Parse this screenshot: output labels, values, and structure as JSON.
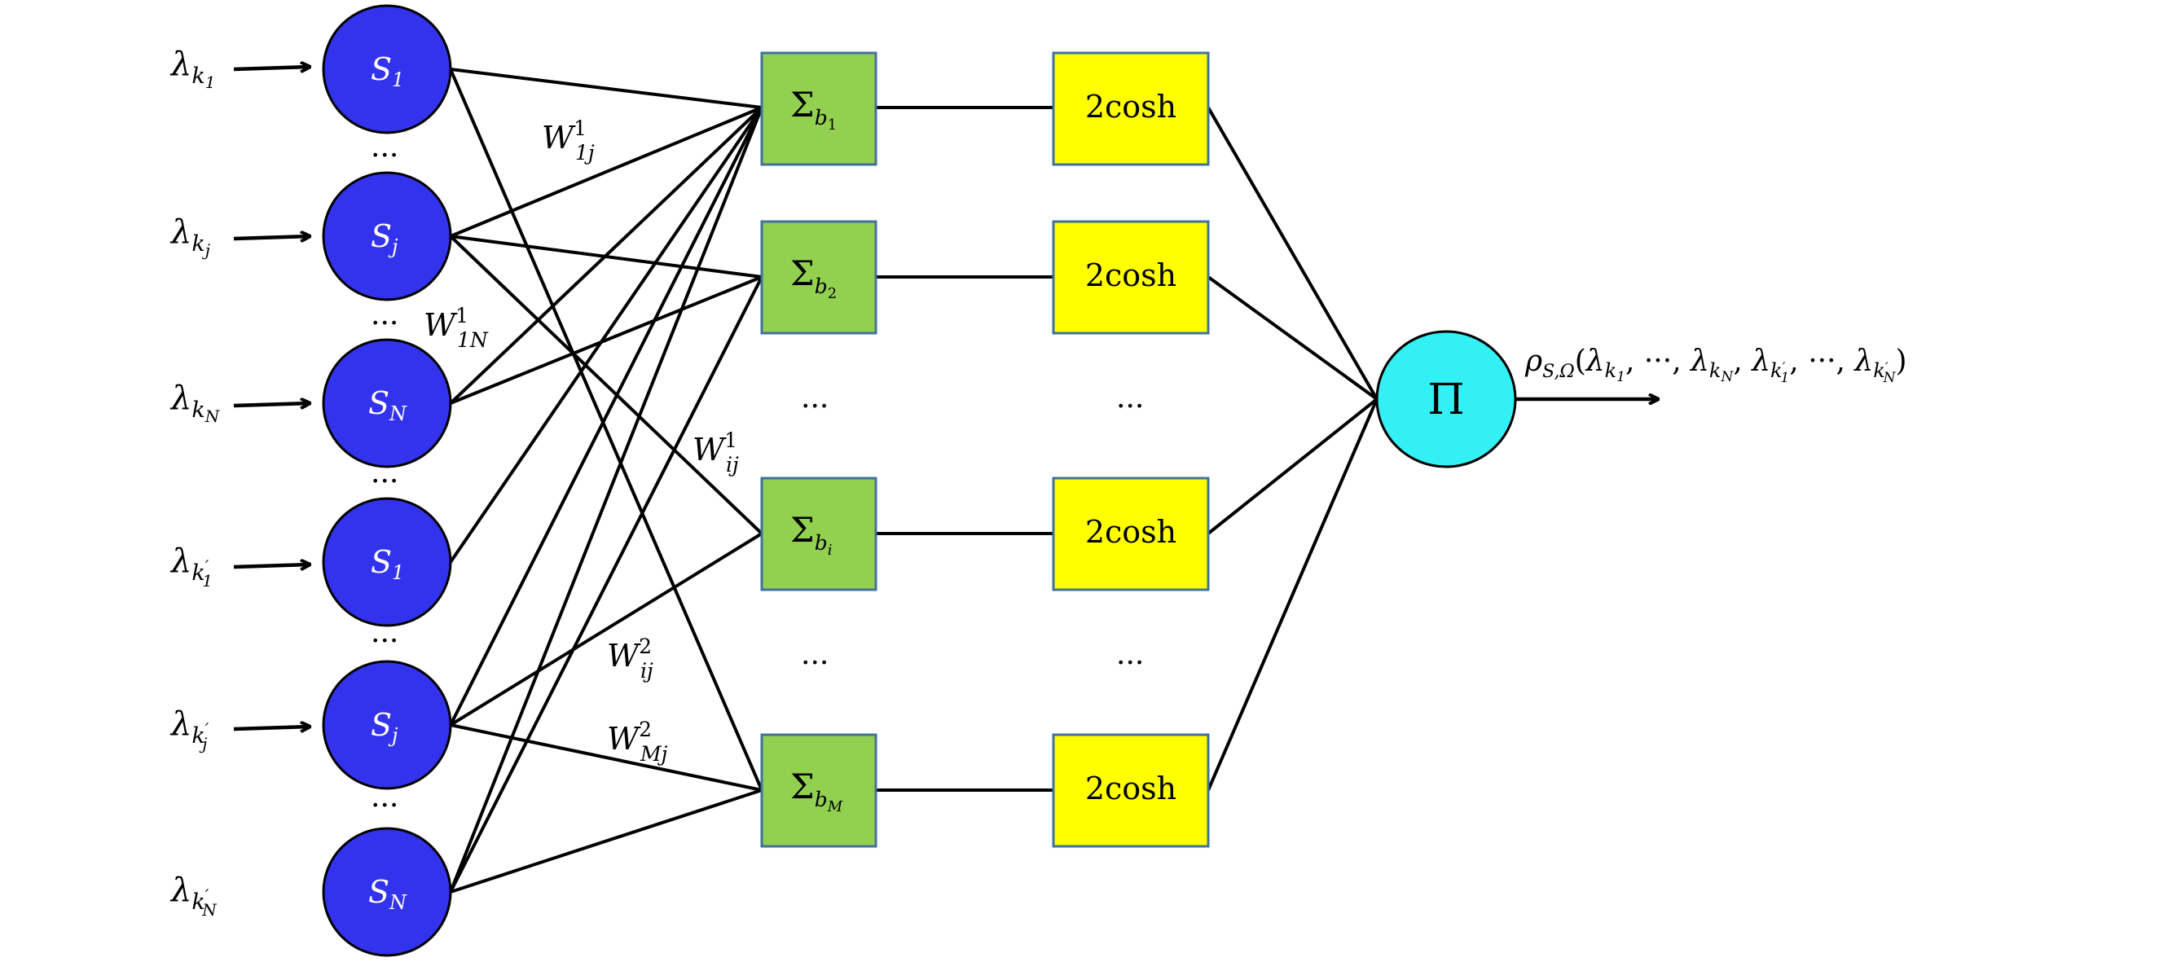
{
  "inputs": [
    {
      "base": "λ",
      "sub": "k",
      "subsub": "1",
      "prime": ""
    },
    {
      "base": "λ",
      "sub": "k",
      "subsub": "j",
      "prime": ""
    },
    {
      "base": "λ",
      "sub": "k",
      "subsub": "N",
      "prime": ""
    },
    {
      "base": "λ",
      "sub": "k",
      "subsub": "1",
      "prime": "′"
    },
    {
      "base": "λ",
      "sub": "k",
      "subsub": "j",
      "prime": "′"
    },
    {
      "base": "λ",
      "sub": "k",
      "subsub": "N",
      "prime": "′"
    }
  ],
  "input_nodes": [
    {
      "base": "S",
      "sub": "1"
    },
    {
      "base": "S",
      "sub": "j"
    },
    {
      "base": "S",
      "sub": "N"
    },
    {
      "base": "S",
      "sub": "1"
    },
    {
      "base": "S",
      "sub": "j"
    },
    {
      "base": "S",
      "sub": "N"
    }
  ],
  "ellipsis": "...",
  "sum_nodes": [
    {
      "base": "Σ",
      "sub": "b",
      "subsub": "1"
    },
    {
      "base": "Σ",
      "sub": "b",
      "subsub": "2"
    },
    {
      "base": "Σ",
      "sub": "b",
      "subsub": "i"
    },
    {
      "base": "Σ",
      "sub": "b",
      "subsub": "M"
    }
  ],
  "cosh_label": "2cosh",
  "product_node": "Π",
  "weights": [
    {
      "base": "W",
      "sup": "1",
      "sub": "1j"
    },
    {
      "base": "W",
      "sup": "1",
      "sub": "1N"
    },
    {
      "base": "W",
      "sup": "1",
      "sub": "ij"
    },
    {
      "base": "W",
      "sup": "2",
      "sub": "ij"
    },
    {
      "base": "W",
      "sup": "2",
      "sub": "Mj"
    }
  ],
  "output": {
    "rho": "ρ",
    "rho_sub": "S,Ω",
    "open": "(",
    "comma": ", ",
    "dots": "···",
    "close": ")"
  }
}
